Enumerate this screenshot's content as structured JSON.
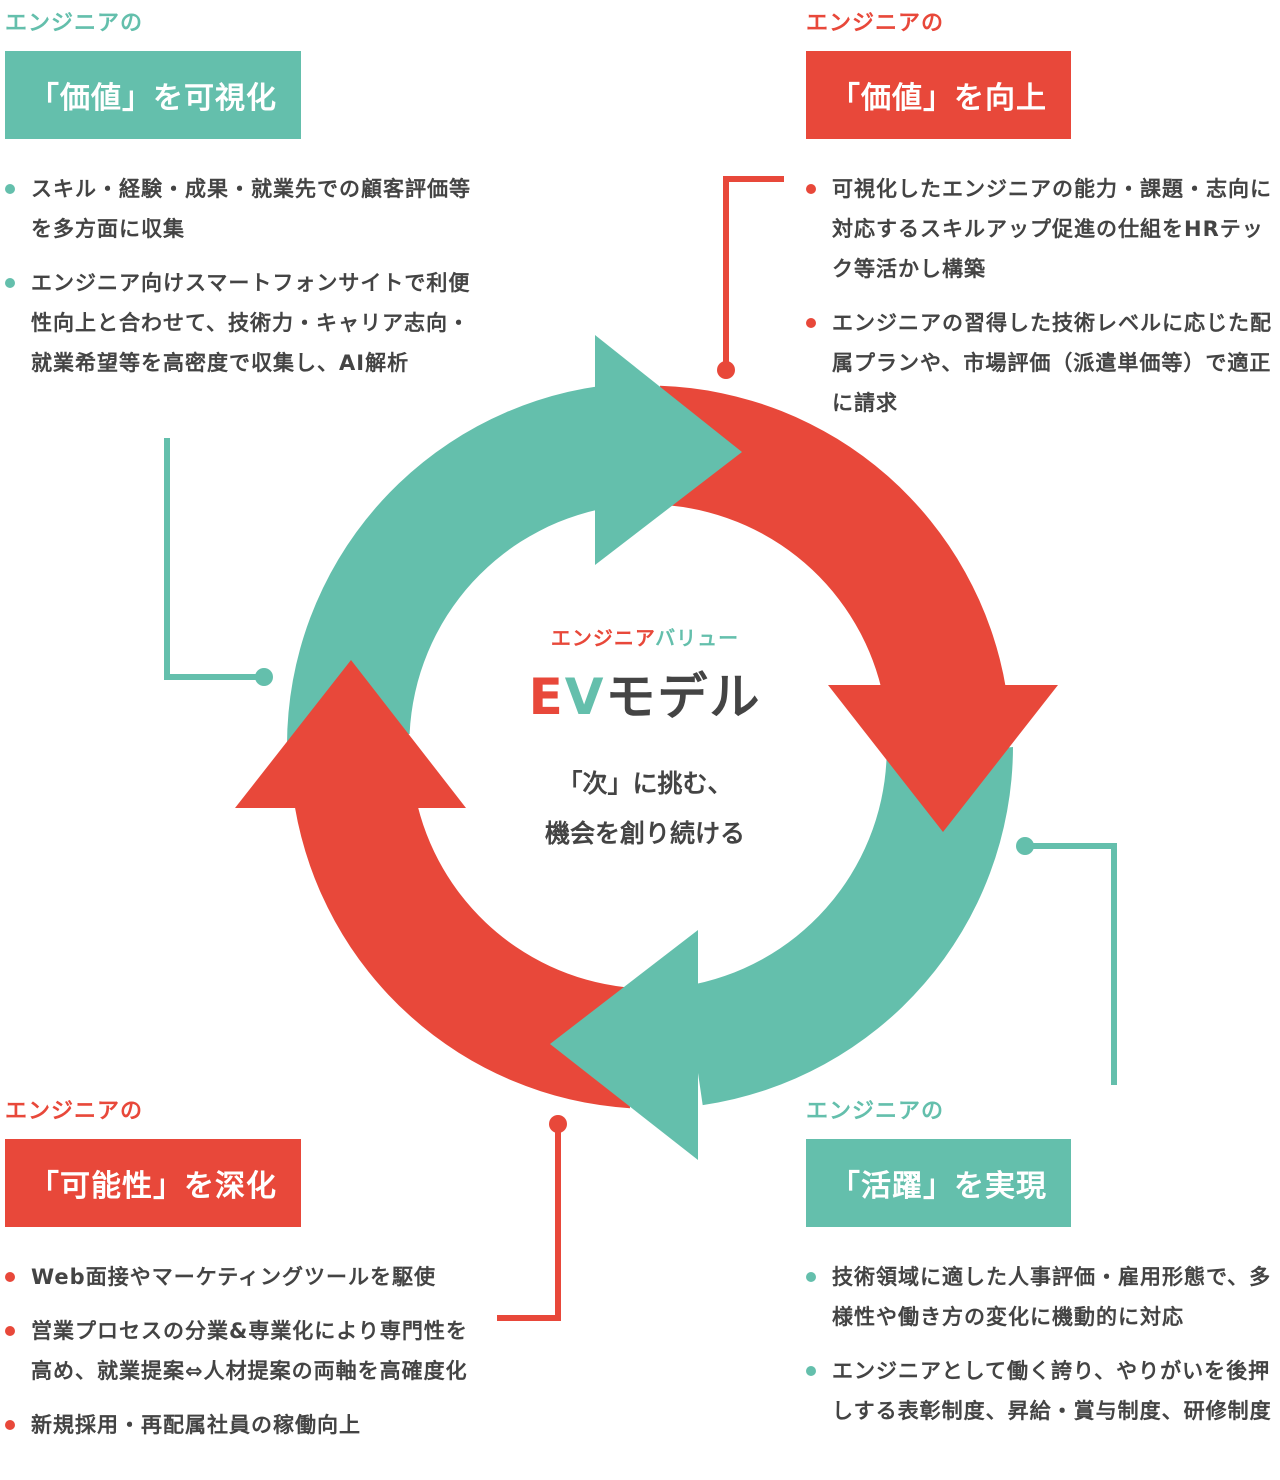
{
  "colors": {
    "teal": "#64bfac",
    "red": "#e8483a",
    "text": "#444444"
  },
  "center": {
    "subtitle_red": "エンジニア",
    "subtitle_teal": "バリュー",
    "title_e": "E",
    "title_v": "V",
    "title_rest": "モデル",
    "tagline_1": "「次」に挑む、",
    "tagline_2": "機会を創り続ける"
  },
  "quadrants": {
    "top_left": {
      "kicker": "エンジニアの",
      "heading": "「価値」を可視化",
      "color": "teal",
      "points": [
        "スキル・経験・成果・就業先での顧客評価等を多方面に収集",
        "エンジニア向けスマートフォンサイトで利便性向上と合わせて、技術力・キャリア志向・就業希望等を高密度で収集し、AI解析"
      ]
    },
    "top_right": {
      "kicker": "エンジニアの",
      "heading": "「価値」を向上",
      "color": "red",
      "points": [
        "可視化したエンジニアの能力・課題・志向に対応するスキルアップ促進の仕組をHRテック等活かし構築",
        "エンジニアの習得した技術レベルに応じた配属プランや、市場評価（派遣単価等）で適正に請求"
      ]
    },
    "bottom_left": {
      "kicker": "エンジニアの",
      "heading": "「可能性」を深化",
      "color": "red",
      "points": [
        "Web面接やマーケティングツールを駆使",
        "営業プロセスの分業&専業化により専門性を高め、就業提案⇔人材提案の両軸を高確度化",
        "新規採用・再配属社員の稼働向上"
      ]
    },
    "bottom_right": {
      "kicker": "エンジニアの",
      "heading": "「活躍」を実現",
      "color": "teal",
      "points": [
        "技術領域に適した人事評価・雇用形態で、多様性や働き方の変化に機動的に対応",
        "エンジニアとして働く誇り、やりがいを後押しする表彰制度、昇給・賞与制度、研修制度"
      ]
    }
  }
}
